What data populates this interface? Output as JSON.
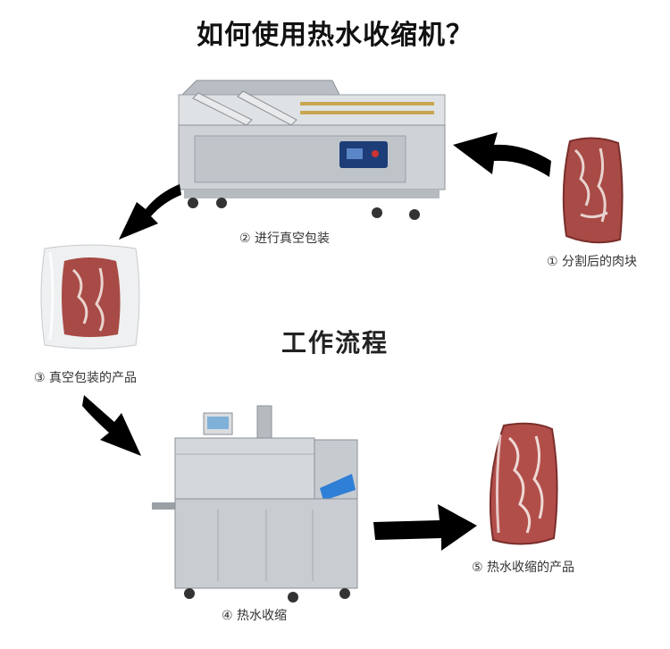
{
  "header": {
    "title": "如何使用热水收缩机？"
  },
  "center_title": "工作流程",
  "steps": [
    {
      "label": "① 分割后的肉块"
    },
    {
      "label": "② 进行真空包装"
    },
    {
      "label": "③ 真空包装的产品"
    },
    {
      "label": "④ 热水收缩"
    },
    {
      "label": "⑤ 热水收缩的产品"
    }
  ],
  "colors": {
    "arrow": "#000000",
    "steel": "#c9cdd2",
    "meat": "#9a3f3c",
    "accent_blue": "#2f7fd6"
  }
}
